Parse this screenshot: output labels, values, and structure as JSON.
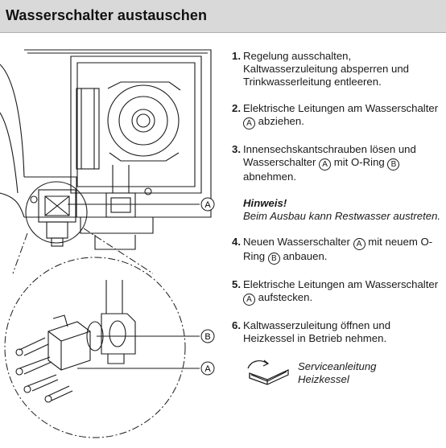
{
  "title": "Wasserschalter austauschen",
  "figure": {
    "callout_a_top": "A",
    "callout_b": "B",
    "callout_a_bottom": "A"
  },
  "steps": [
    {
      "num": "1.",
      "text": "Regelung ausschalten, Kaltwasserzuleitung absperren und Trinkwasserleitung entleeren."
    },
    {
      "num": "2.",
      "pre": "Elektrische Leitungen am Wasserschalter",
      "mark": "A",
      "post": "abziehen."
    },
    {
      "num": "3.",
      "pre": "Innensechskantschrauben lösen und Wasserschalter",
      "mark": "A",
      "mid": "mit O-Ring",
      "mark2": "B",
      "post": "abnehmen."
    }
  ],
  "note": {
    "heading": "Hinweis!",
    "text": "Beim Ausbau kann Restwasser austreten."
  },
  "steps2": [
    {
      "num": "4.",
      "pre": "Neuen Wasserschalter",
      "mark": "A",
      "mid": "mit neuem O-Ring",
      "mark2": "B",
      "post": "anbauen."
    },
    {
      "num": "5.",
      "pre": "Elektrische Leitungen am Wasserschalter",
      "mark": "A",
      "post": "aufstecken."
    },
    {
      "num": "6.",
      "text": "Kaltwasserzuleitung öffnen und Heizkessel in Betrieb nehmen."
    }
  ],
  "reference": {
    "line1": "Serviceanleitung",
    "line2": "Heizkessel"
  }
}
